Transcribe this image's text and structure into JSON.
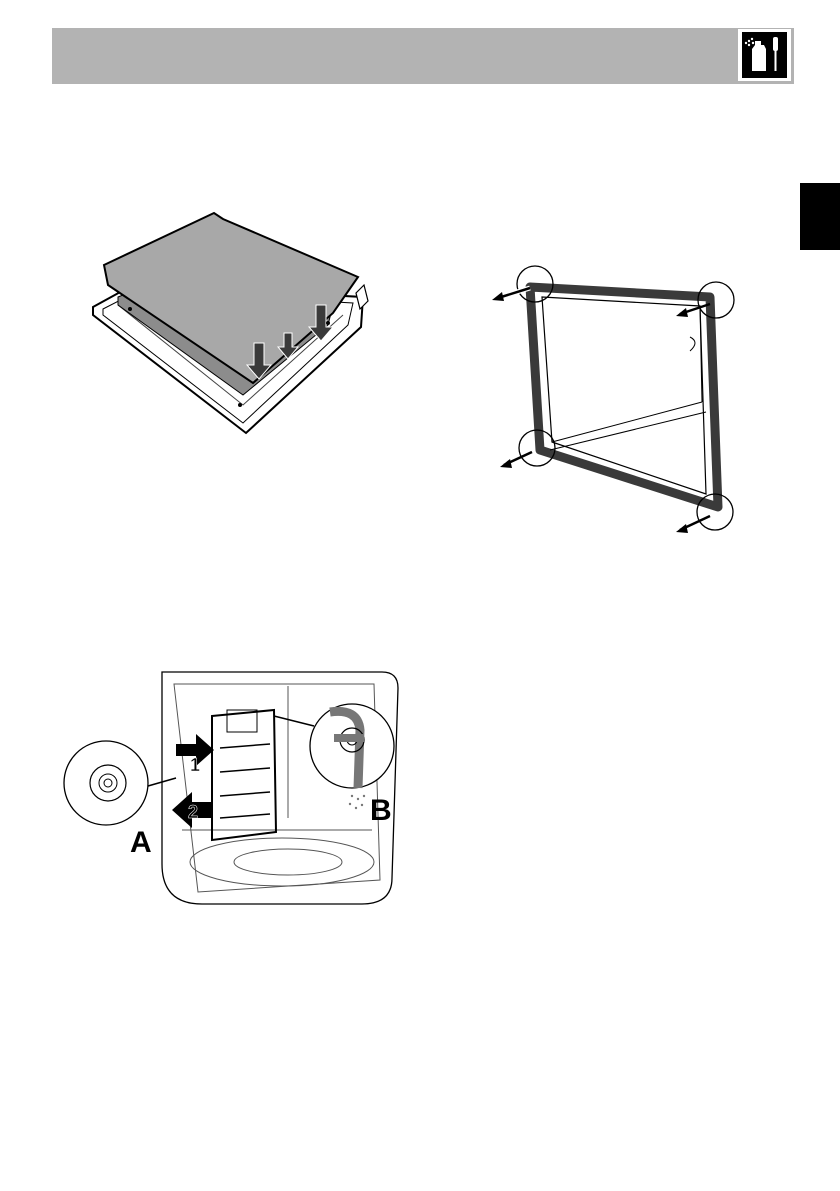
{
  "header": {
    "icon": "cleaning-maintenance-icon",
    "bar_color": "#b3b3b3"
  },
  "language_tab": {
    "color": "#000000"
  },
  "figures": {
    "rack": {
      "step1": "1",
      "step2": "2",
      "label_a": "A",
      "label_b": "B"
    }
  }
}
